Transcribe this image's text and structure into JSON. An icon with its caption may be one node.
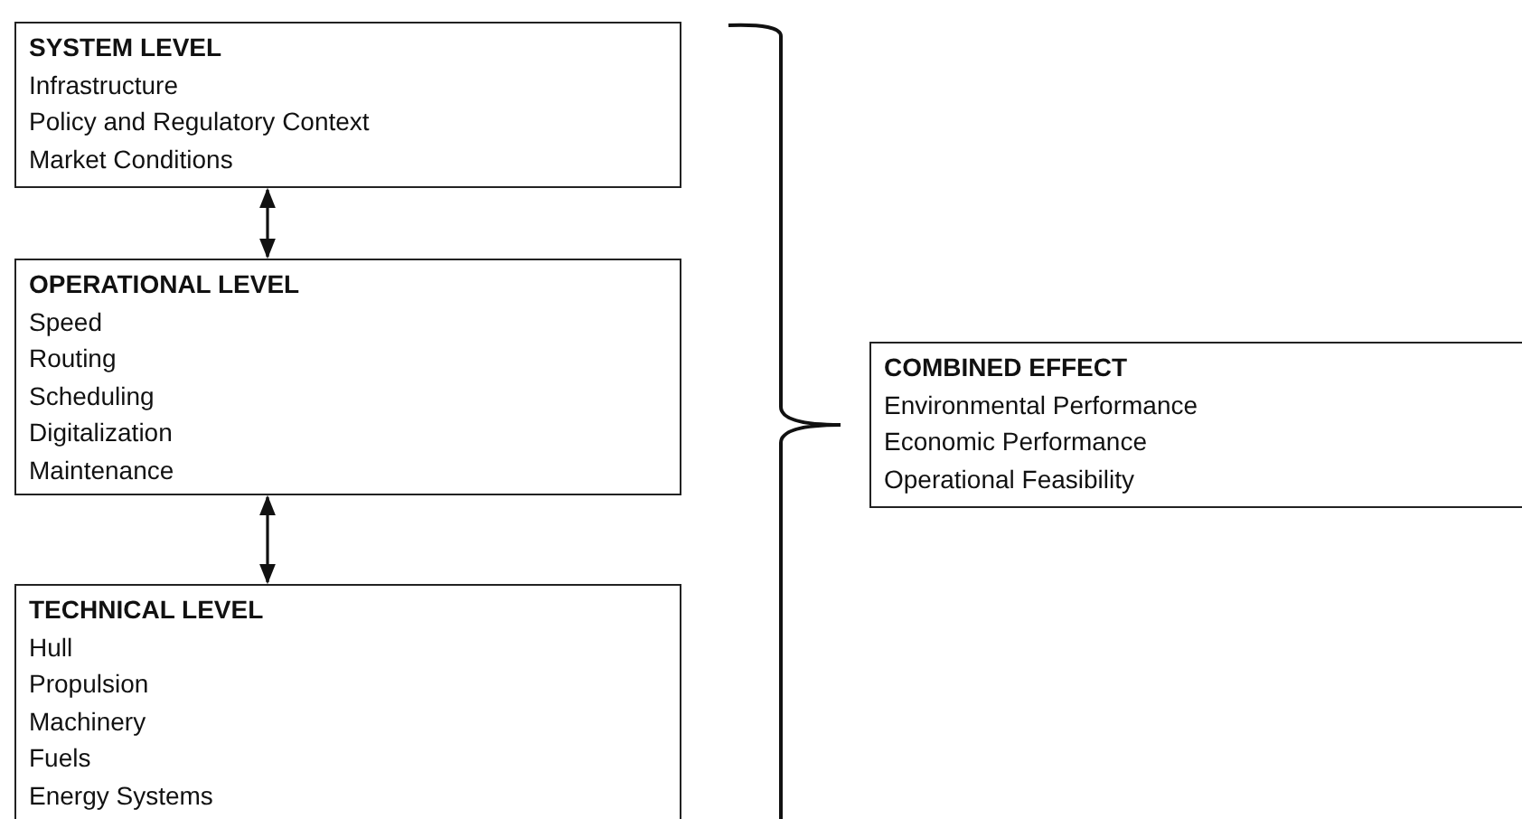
{
  "diagram": {
    "nodes": [
      {
        "text": [
          "SYSTEM LEVEL",
          "Infrastructure",
          "Policy and Regulatory Context",
          "Market Conditions"
        ]
      },
      {
        "text": [
          "OPERATIONAL LEVEL",
          "Speed",
          "Routing",
          "Scheduling",
          "Digitalization",
          "Maintenance"
        ]
      },
      {
        "text": [
          "TECHNICAL LEVEL",
          "Hull",
          "Propulsion",
          "Machinery",
          "Fuels",
          "Energy Systems"
        ]
      },
      {
        "text": [
          "COMBINED EFFECT",
          "Environmental Performance",
          "Economic Performance",
          "Operational Feasibility"
        ]
      }
    ],
    "edges": [
      {
        "from": 0,
        "to": 1,
        "arrow": "both"
      },
      {
        "from": 1,
        "to": 2,
        "arrow": "both"
      }
    ]
  }
}
